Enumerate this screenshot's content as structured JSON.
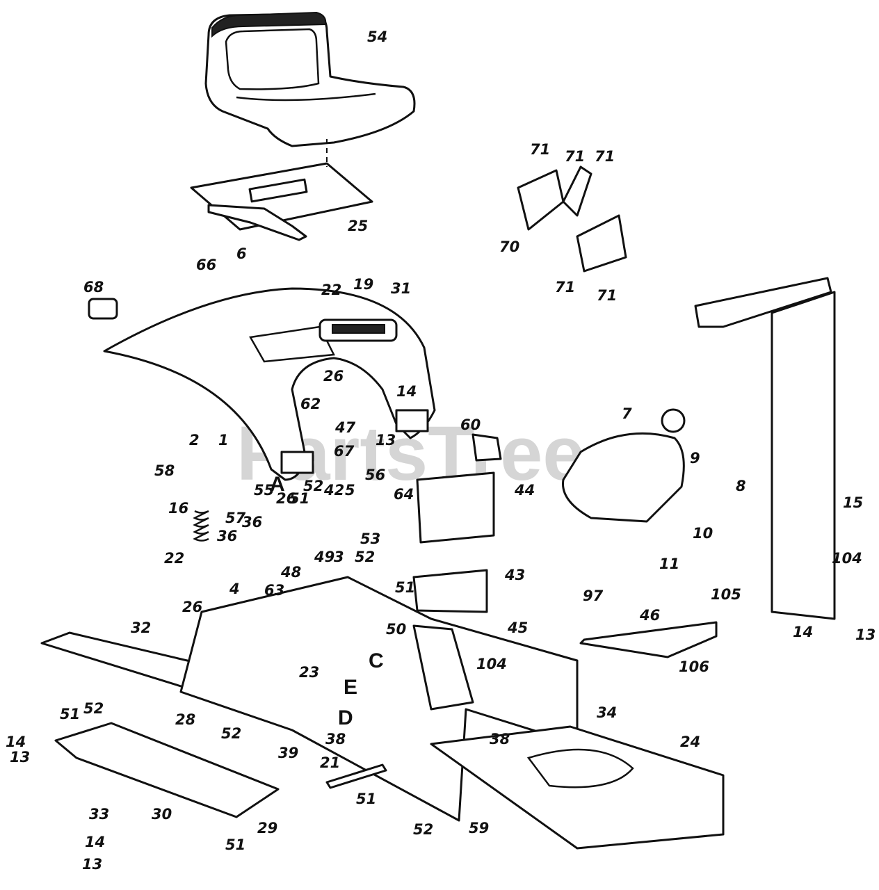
{
  "watermark": "PartsTree",
  "callouts": [
    {
      "id": "54",
      "text": "54"
    },
    {
      "id": "25",
      "text": "25"
    },
    {
      "id": "6",
      "text": "6"
    },
    {
      "id": "71a",
      "text": "71"
    },
    {
      "id": "71b",
      "text": "71"
    },
    {
      "id": "71c",
      "text": "71"
    },
    {
      "id": "70",
      "text": "70"
    },
    {
      "id": "71d",
      "text": "71"
    },
    {
      "id": "71e",
      "text": "71"
    },
    {
      "id": "66",
      "text": "66"
    },
    {
      "id": "68",
      "text": "68"
    },
    {
      "id": "22a",
      "text": "22"
    },
    {
      "id": "19",
      "text": "19"
    },
    {
      "id": "31",
      "text": "31"
    },
    {
      "id": "26a",
      "text": "26"
    },
    {
      "id": "62",
      "text": "62"
    },
    {
      "id": "14a",
      "text": "14"
    },
    {
      "id": "47",
      "text": "47"
    },
    {
      "id": "13a",
      "text": "13"
    },
    {
      "id": "67",
      "text": "67"
    },
    {
      "id": "2",
      "text": "2"
    },
    {
      "id": "1",
      "text": "1"
    },
    {
      "id": "58",
      "text": "58"
    },
    {
      "id": "16",
      "text": "16"
    },
    {
      "id": "55",
      "text": "55"
    },
    {
      "id": "26b",
      "text": "26"
    },
    {
      "id": "51a",
      "text": "51"
    },
    {
      "id": "52a",
      "text": "52"
    },
    {
      "id": "42",
      "text": "42"
    },
    {
      "id": "5",
      "text": "5"
    },
    {
      "id": "56",
      "text": "56"
    },
    {
      "id": "57",
      "text": "57"
    },
    {
      "id": "36a",
      "text": "36"
    },
    {
      "id": "36b",
      "text": "36"
    },
    {
      "id": "22b",
      "text": "22"
    },
    {
      "id": "48",
      "text": "48"
    },
    {
      "id": "53",
      "text": "53"
    },
    {
      "id": "64",
      "text": "64"
    },
    {
      "id": "60",
      "text": "60"
    },
    {
      "id": "44",
      "text": "44"
    },
    {
      "id": "43",
      "text": "43"
    },
    {
      "id": "49",
      "text": "49"
    },
    {
      "id": "3",
      "text": "3"
    },
    {
      "id": "52b",
      "text": "52"
    },
    {
      "id": "51b",
      "text": "51"
    },
    {
      "id": "4",
      "text": "4"
    },
    {
      "id": "63",
      "text": "63"
    },
    {
      "id": "26c",
      "text": "26"
    },
    {
      "id": "50",
      "text": "50"
    },
    {
      "id": "32",
      "text": "32"
    },
    {
      "id": "23",
      "text": "23"
    },
    {
      "id": "104a",
      "text": "104"
    },
    {
      "id": "45",
      "text": "45"
    },
    {
      "id": "7",
      "text": "7"
    },
    {
      "id": "9",
      "text": "9"
    },
    {
      "id": "8",
      "text": "8"
    },
    {
      "id": "10",
      "text": "10"
    },
    {
      "id": "11",
      "text": "11"
    },
    {
      "id": "15",
      "text": "15"
    },
    {
      "id": "104b",
      "text": "104"
    },
    {
      "id": "105",
      "text": "105"
    },
    {
      "id": "14b",
      "text": "14"
    },
    {
      "id": "13b",
      "text": "13"
    },
    {
      "id": "97",
      "text": "97"
    },
    {
      "id": "46",
      "text": "46"
    },
    {
      "id": "106",
      "text": "106"
    },
    {
      "id": "51c",
      "text": "51"
    },
    {
      "id": "52c",
      "text": "52"
    },
    {
      "id": "28",
      "text": "28"
    },
    {
      "id": "14c",
      "text": "14"
    },
    {
      "id": "13c",
      "text": "13"
    },
    {
      "id": "52d",
      "text": "52"
    },
    {
      "id": "38a",
      "text": "38"
    },
    {
      "id": "39",
      "text": "39"
    },
    {
      "id": "21",
      "text": "21"
    },
    {
      "id": "34",
      "text": "34"
    },
    {
      "id": "24",
      "text": "24"
    },
    {
      "id": "38b",
      "text": "38"
    },
    {
      "id": "33",
      "text": "33"
    },
    {
      "id": "30",
      "text": "30"
    },
    {
      "id": "51d",
      "text": "51"
    },
    {
      "id": "29",
      "text": "29"
    },
    {
      "id": "14d",
      "text": "14"
    },
    {
      "id": "13d",
      "text": "13"
    },
    {
      "id": "51e",
      "text": "51"
    },
    {
      "id": "52e",
      "text": "52"
    },
    {
      "id": "59",
      "text": "59"
    }
  ],
  "reference_letters": [
    {
      "id": "A",
      "text": "A"
    },
    {
      "id": "C",
      "text": "C"
    },
    {
      "id": "E",
      "text": "E"
    },
    {
      "id": "D",
      "text": "D"
    }
  ]
}
